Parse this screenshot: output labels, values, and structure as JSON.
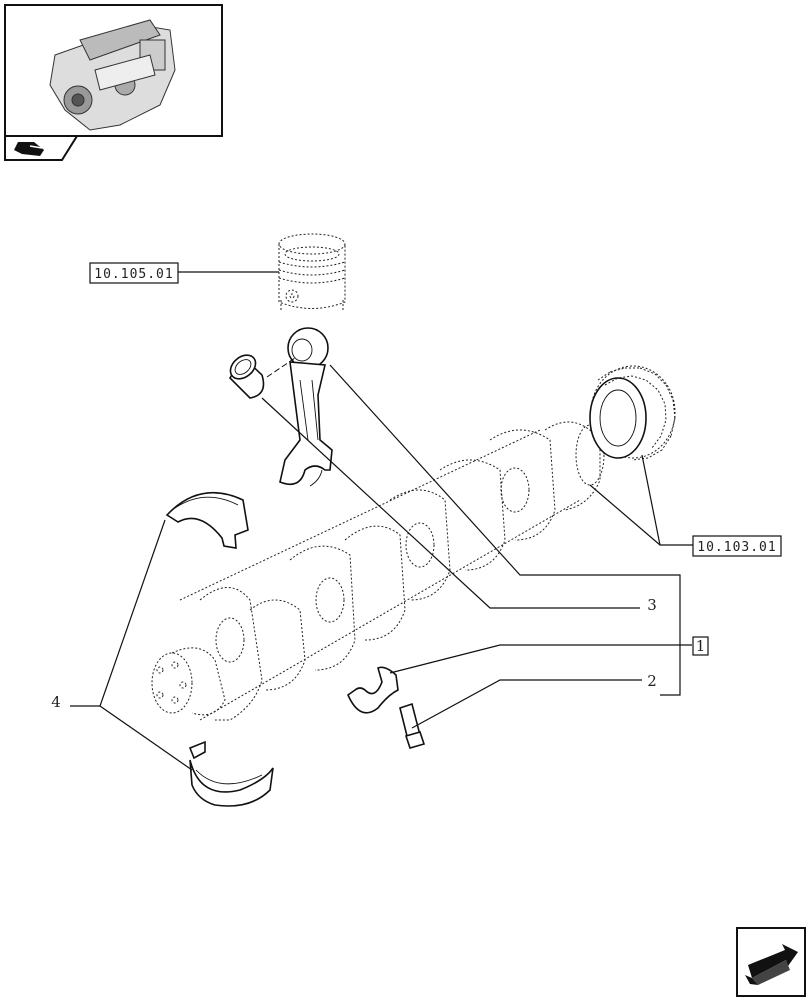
{
  "references": {
    "piston_ref": "10.105.01",
    "gear_ref": "10.103.01"
  },
  "callouts": {
    "kit_1": "1",
    "bolt_2": "2",
    "bushing_3": "3",
    "bearing_4": "4"
  },
  "icons": {
    "thumbnail": "engine-thumbnail-icon",
    "section_tab": "section-marker-icon",
    "navigation": "next-page-arrow-icon"
  }
}
